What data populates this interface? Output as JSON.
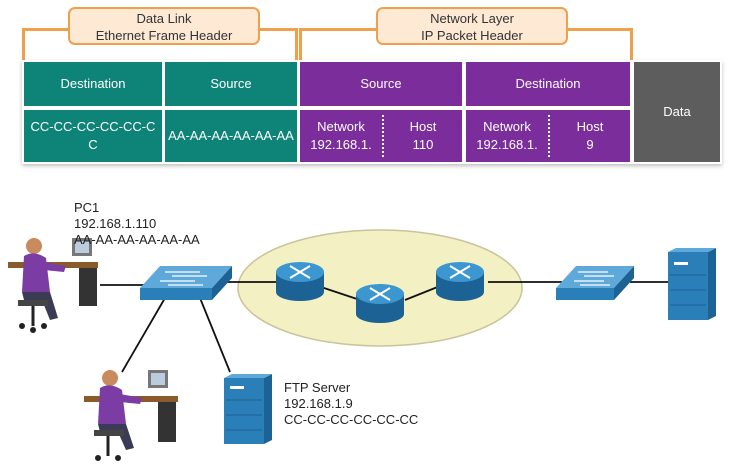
{
  "datalink_header": {
    "line1": "Data Link",
    "line2": "Ethernet Frame Header"
  },
  "network_header": {
    "line1": "Network Layer",
    "line2": "IP Packet Header"
  },
  "frame": {
    "eth_dest_label": "Destination",
    "eth_dest_value": "CC-CC-CC-CC-CC-CC",
    "eth_src_label": "Source",
    "eth_src_value": "AA-AA-AA-AA-AA-AA",
    "ip_src_label": "Source",
    "ip_src_network_label": "Network",
    "ip_src_network_value": "192.168.1.",
    "ip_src_host_label": "Host",
    "ip_src_host_value": "110",
    "ip_dest_label": "Destination",
    "ip_dest_network_label": "Network",
    "ip_dest_network_value": "192.168.1.",
    "ip_dest_host_label": "Host",
    "ip_dest_host_value": "9",
    "data_label": "Data"
  },
  "pc1": {
    "name": "PC1",
    "ip": "192.168.1.110",
    "mac": "AA-AA-AA-AA-AA-AA"
  },
  "ftp": {
    "name": "FTP Server",
    "ip": "192.168.1.9",
    "mac": "CC-CC-CC-CC-CC-CC"
  },
  "colors": {
    "teal": "#0e8378",
    "purple": "#7a2d9b",
    "gray": "#5d5d5d",
    "orange": "#f0a04b",
    "device_blue": "#2a7fb8",
    "cloud": "#f3f0c4"
  }
}
